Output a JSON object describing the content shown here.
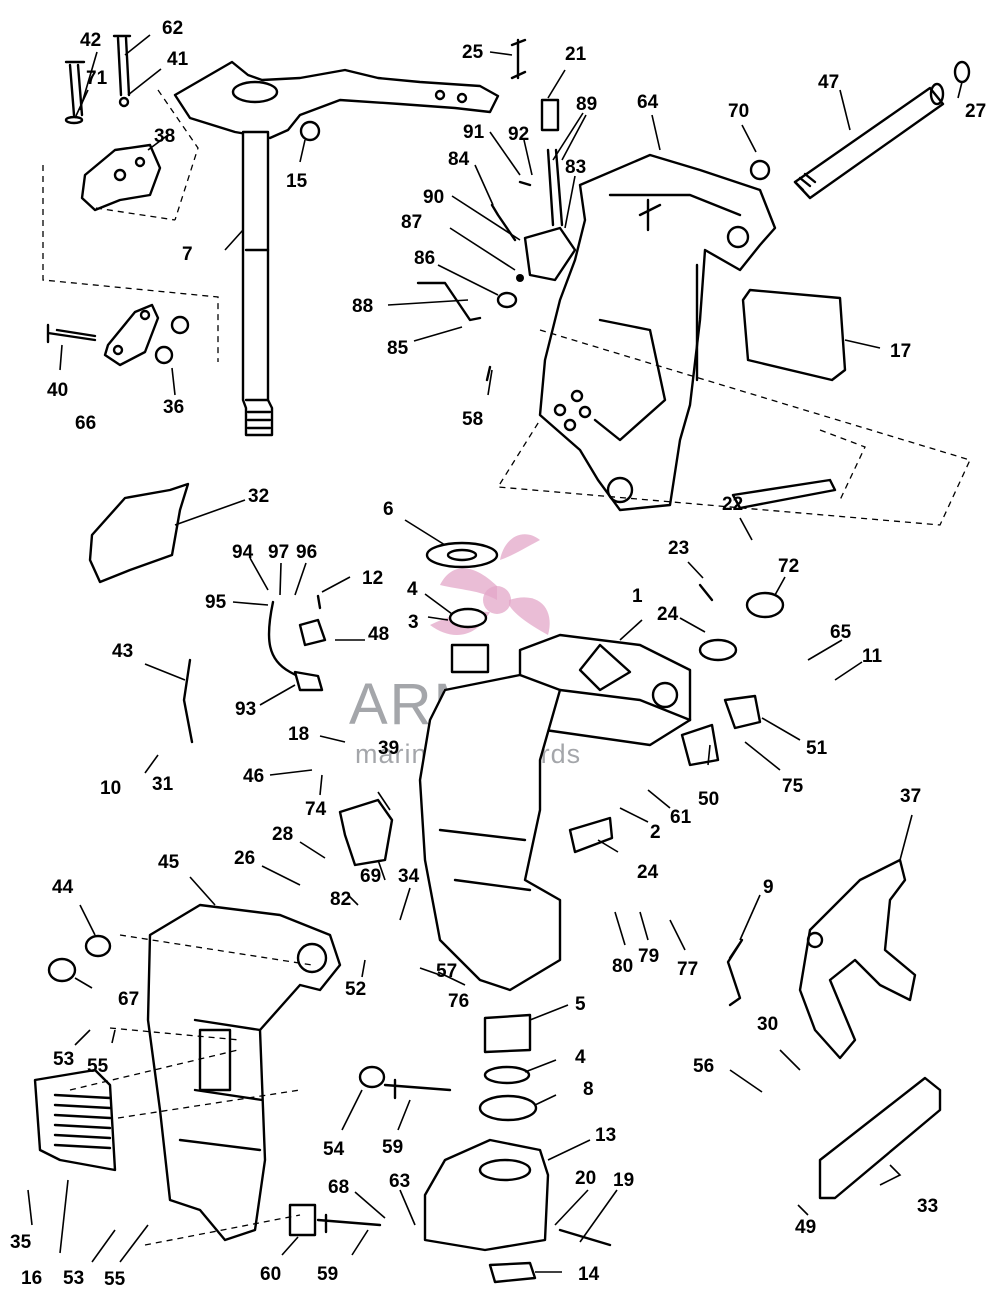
{
  "watermark": {
    "brand": "ARMADA",
    "tagline": "marine outboards"
  },
  "colors": {
    "line": "#000000",
    "background": "#ffffff",
    "watermark_text": "#5b5f66",
    "watermark_logo": "#e3a7c8"
  },
  "callouts": [
    "1",
    "2",
    "3",
    "4",
    "4",
    "5",
    "6",
    "7",
    "8",
    "9",
    "10",
    "11",
    "12",
    "13",
    "14",
    "15",
    "16",
    "17",
    "18",
    "19",
    "20",
    "21",
    "22",
    "23",
    "24",
    "24",
    "25",
    "26",
    "27",
    "28",
    "30",
    "31",
    "32",
    "33",
    "34",
    "35",
    "36",
    "37",
    "38",
    "39",
    "40",
    "41",
    "42",
    "43",
    "44",
    "45",
    "46",
    "47",
    "48",
    "49",
    "50",
    "51",
    "52",
    "53",
    "53",
    "54",
    "55",
    "55",
    "56",
    "57",
    "58",
    "59",
    "59",
    "60",
    "61",
    "62",
    "63",
    "64",
    "65",
    "66",
    "67",
    "68",
    "69",
    "70",
    "71",
    "72",
    "74",
    "75",
    "76",
    "77",
    "79",
    "80",
    "82",
    "83",
    "84",
    "85",
    "86",
    "87",
    "88",
    "89",
    "90",
    "91",
    "92",
    "93",
    "94",
    "95",
    "96",
    "97"
  ]
}
